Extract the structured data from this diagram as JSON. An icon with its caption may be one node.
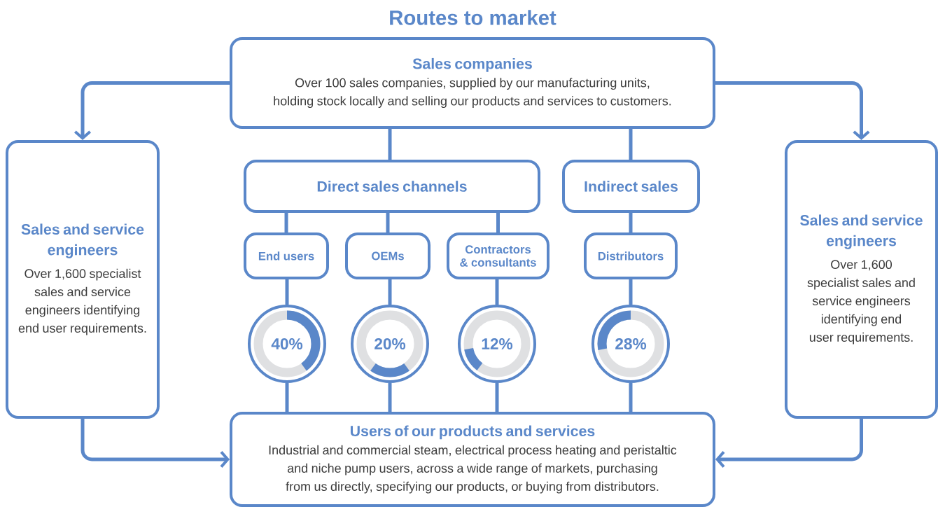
{
  "diagram": {
    "title": "Routes to market",
    "nodes": [
      {
        "text": [
          "Sales companies",
          "Over 100 sales companies, supplied by our manufacturing units, holding stock locally and selling our products and services to customers."
        ]
      },
      {
        "text": [
          "Sales and service engineers",
          "Over 1,600 specialist sales and service engineers identifying end user requirements."
        ]
      },
      {
        "text": [
          "Direct sales channels"
        ]
      },
      {
        "text": [
          "Indirect sales"
        ]
      },
      {
        "text": [
          "End users"
        ]
      },
      {
        "text": [
          "OEMs"
        ]
      },
      {
        "text": [
          "Contractors & consultants"
        ]
      },
      {
        "text": [
          "Distributors"
        ]
      },
      {
        "text": [
          "40%"
        ]
      },
      {
        "text": [
          "20%"
        ]
      },
      {
        "text": [
          "12%"
        ]
      },
      {
        "text": [
          "28%"
        ]
      },
      {
        "text": [
          "Sales and service engineers",
          "Over 1,600 specialist sales and service engineers identifying end user requirements."
        ]
      },
      {
        "text": [
          "Users of our products and services",
          "Industrial and commercial steam, electrical process heating and peristaltic and niche pump users, across a wide range of markets, purchasing from us directly, specifying our products, or buying from distributors."
        ]
      }
    ],
    "edges": [
      {
        "from": 0,
        "to": 1,
        "arrow": "to"
      },
      {
        "from": 0,
        "to": 12,
        "arrow": "to"
      },
      {
        "from": 0,
        "to": 2,
        "arrow": "none"
      },
      {
        "from": 0,
        "to": 3,
        "arrow": "none"
      },
      {
        "from": 2,
        "to": 4,
        "arrow": "none"
      },
      {
        "from": 2,
        "to": 5,
        "arrow": "none"
      },
      {
        "from": 2,
        "to": 6,
        "arrow": "none"
      },
      {
        "from": 3,
        "to": 7,
        "arrow": "none"
      },
      {
        "from": 4,
        "to": 8,
        "arrow": "none"
      },
      {
        "from": 5,
        "to": 9,
        "arrow": "none"
      },
      {
        "from": 6,
        "to": 10,
        "arrow": "none"
      },
      {
        "from": 7,
        "to": 11,
        "arrow": "none"
      },
      {
        "from": 8,
        "to": 13,
        "arrow": "none"
      },
      {
        "from": 9,
        "to": 13,
        "arrow": "none"
      },
      {
        "from": 10,
        "to": 13,
        "arrow": "none"
      },
      {
        "from": 11,
        "to": 13,
        "arrow": "none"
      },
      {
        "from": 1,
        "to": 13,
        "arrow": "to"
      },
      {
        "from": 12,
        "to": 13,
        "arrow": "to"
      }
    ]
  }
}
